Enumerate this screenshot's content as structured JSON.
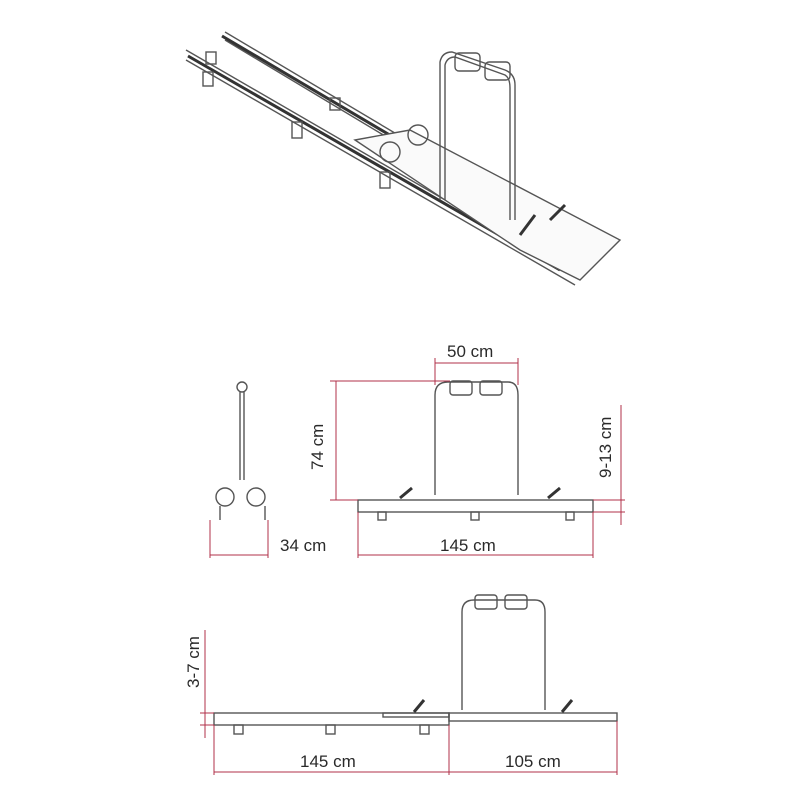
{
  "diagram": {
    "subject": "bike carrier rail system",
    "views": [
      "isometric",
      "side-front",
      "side-top",
      "extended"
    ],
    "colors": {
      "dimension_line": "#b0304a",
      "drawing": "#555555",
      "text": "#2a2a2a"
    },
    "dimensions": {
      "rack_width": "50 cm",
      "rack_height": "74 cm",
      "clearance": "9-13 cm",
      "depth": "34 cm",
      "length_top": "145 cm",
      "offset": "3-7 cm",
      "length_bottom": "145 cm",
      "extension": "105 cm"
    }
  }
}
